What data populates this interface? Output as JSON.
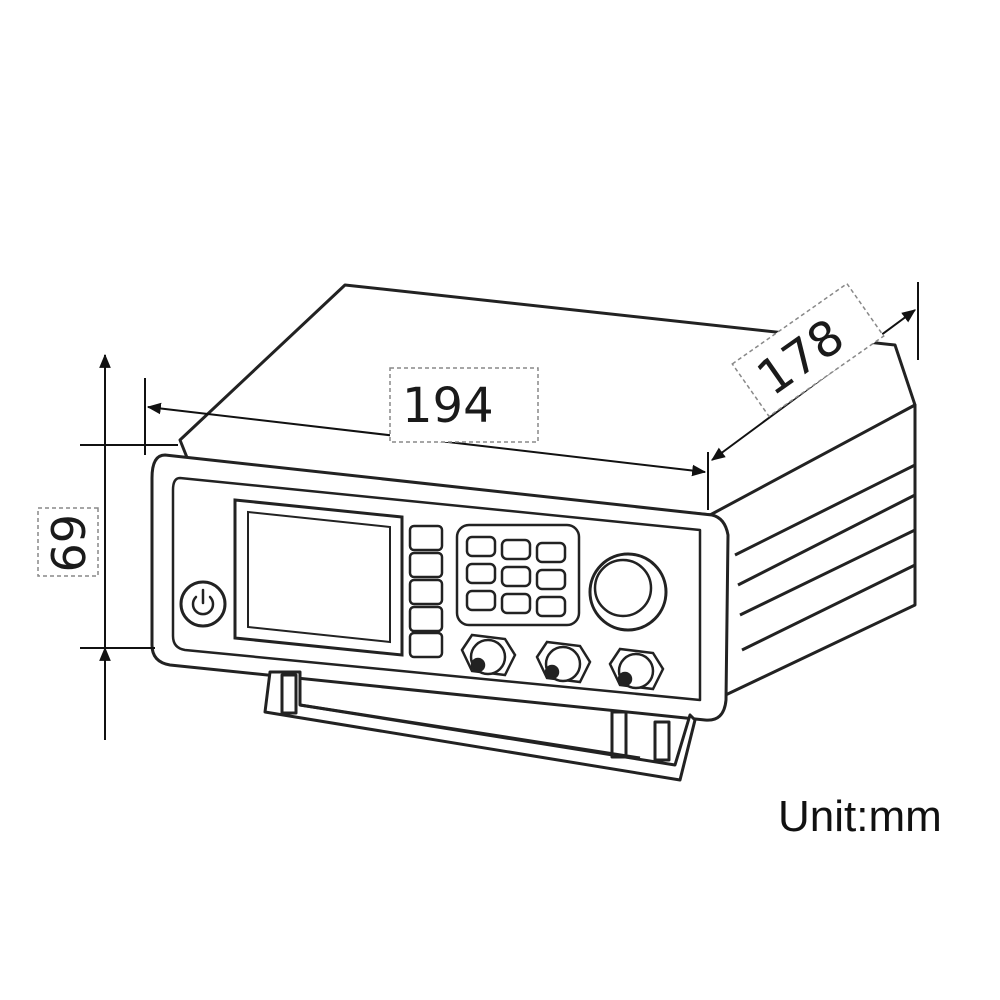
{
  "dimensions": {
    "width": "194",
    "depth": "178",
    "height": "69"
  },
  "unit_label": "Unit:mm",
  "icons": {
    "power": "power-icon"
  }
}
